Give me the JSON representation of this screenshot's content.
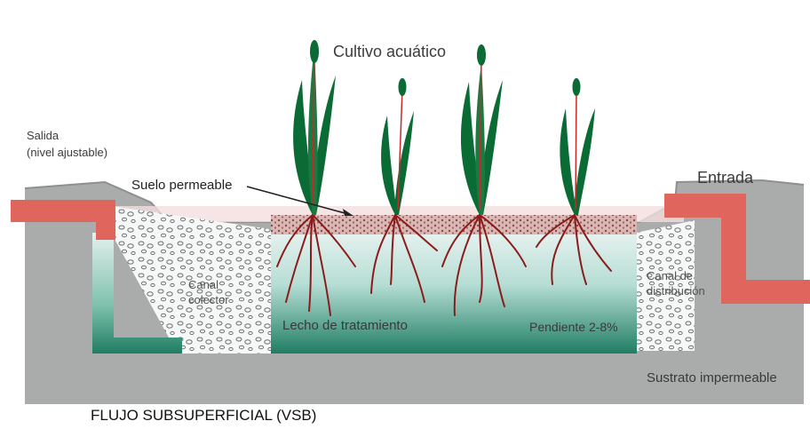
{
  "diagram": {
    "title": "FLUJO SUBSUPERFICIAL (VSB)",
    "labels": {
      "cultivo": "Cultivo acuático",
      "salida_line1": "Salida",
      "salida_line2": "(nivel ajustable)",
      "suelo": "Suelo permeable",
      "entrada": "Entrada",
      "canal_colector_line1": "Canal",
      "canal_colector_line2": "colector",
      "canal_dist_line1": "Canal de",
      "canal_dist_line2": "distribución",
      "lecho": "Lecho de tratamiento",
      "pendiente": "Pendiente 2-8%",
      "sustrato": "Sustrato impermeable"
    },
    "colors": {
      "pipe": "#e0665d",
      "plant": "#0b6b35",
      "roots": "#8a1c1c",
      "water": "#2f8f78",
      "ground": "#a9acab"
    }
  }
}
